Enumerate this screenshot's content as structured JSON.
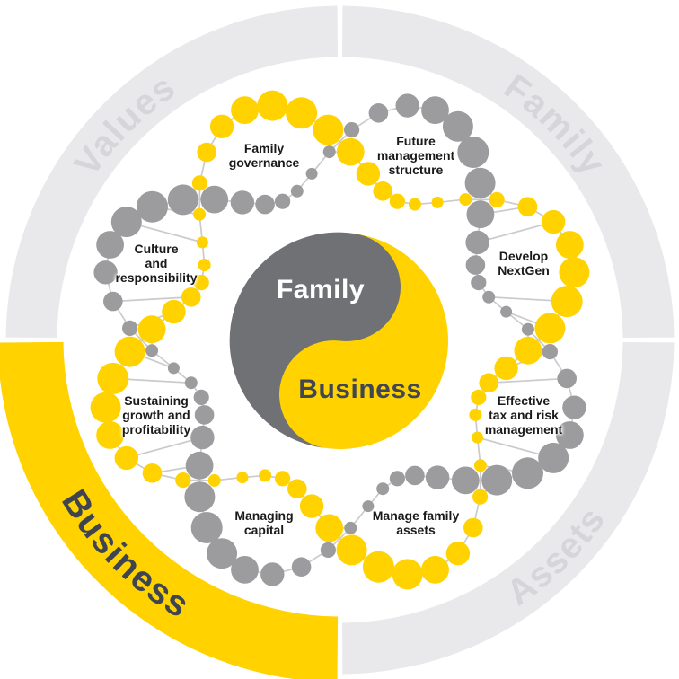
{
  "colors": {
    "yellow": "#FFD200",
    "dot_gray": "#9C9C9E",
    "center_gray": "#707175",
    "ring_band": "#E9E9EC",
    "ring_label_gray": "#D6D6DA",
    "dark_text": "#3F4550",
    "petal_text": "#1A1A1A",
    "line_gray": "#CBCBCD",
    "background": "#FFFFFF",
    "center_family_text": "#FFFFFF"
  },
  "center": {
    "family_label": "Family",
    "business_label": "Business"
  },
  "ring": {
    "quadrants": [
      {
        "label": "Values",
        "position": "top-left",
        "band": "gray"
      },
      {
        "label": "Family",
        "position": "top-right",
        "band": "gray"
      },
      {
        "label": "Business",
        "position": "bottom-left",
        "band": "yellow",
        "highlighted": true
      },
      {
        "label": "Assets",
        "position": "bottom-right",
        "band": "gray"
      }
    ]
  },
  "petals": [
    {
      "label": "Family\ngovernance",
      "angle": 112.5,
      "outer_strand": "yellow"
    },
    {
      "label": "Future\nmanagement\nstructure",
      "angle": 67.5,
      "outer_strand": "gray"
    },
    {
      "label": "Develop\nNextGen",
      "angle": 22.5,
      "outer_strand": "yellow"
    },
    {
      "label": "Effective\ntax and risk\nmanagement",
      "angle": 337.5,
      "outer_strand": "gray"
    },
    {
      "label": "Manage family\nassets",
      "angle": 292.5,
      "outer_strand": "yellow"
    },
    {
      "label": "Managing\ncapital",
      "angle": 247.5,
      "outer_strand": "gray"
    },
    {
      "label": "Sustaining\ngrowth and\nprofitability",
      "angle": 202.5,
      "outer_strand": "yellow"
    },
    {
      "label": "Culture\nand\nresponsibility",
      "angle": 157.5,
      "outer_strand": "gray"
    }
  ]
}
